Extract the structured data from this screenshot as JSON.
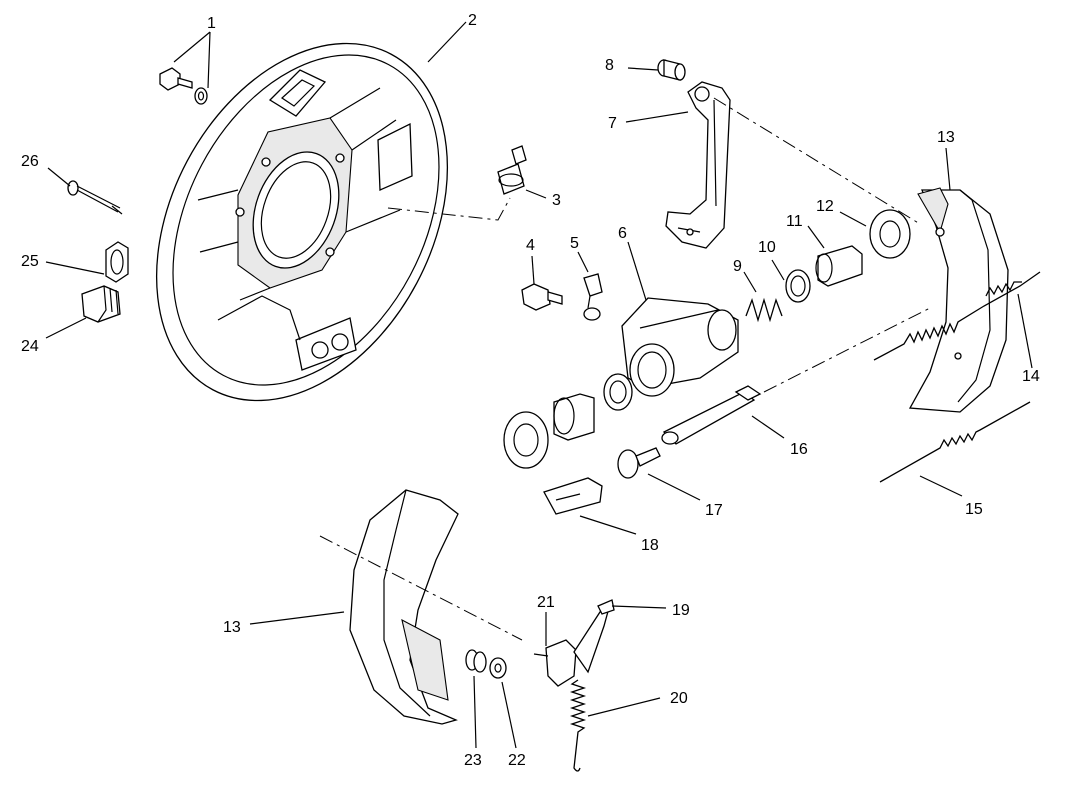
{
  "diagram": {
    "labels": [
      "1",
      "2",
      "3",
      "4",
      "5",
      "6",
      "7",
      "8",
      "9",
      "10",
      "11",
      "12",
      "13",
      "14",
      "15",
      "16",
      "17",
      "18",
      "19",
      "20",
      "21",
      "22",
      "23",
      "24",
      "25",
      "26",
      "13"
    ]
  }
}
